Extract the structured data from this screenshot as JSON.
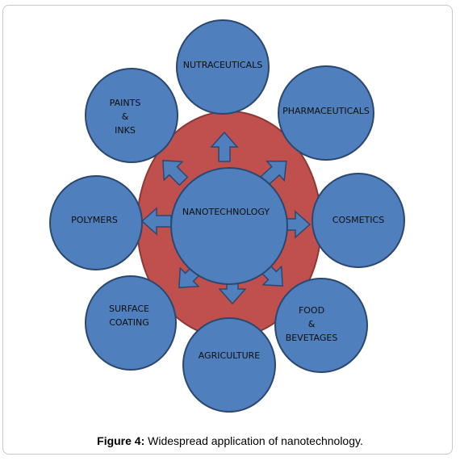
{
  "center": {
    "label": "NANOTECHNOLOGY"
  },
  "nodes": [
    {
      "id": "nutraceuticals",
      "lines": [
        "NUTRACEUTICALS"
      ]
    },
    {
      "id": "pharmaceuticals",
      "lines": [
        "PHARMACEUTICALS"
      ]
    },
    {
      "id": "cosmetics",
      "lines": [
        "COSMETICS"
      ]
    },
    {
      "id": "food-beverages",
      "lines": [
        "FOOD",
        "&",
        "BEVETAGES"
      ]
    },
    {
      "id": "agriculture",
      "lines": [
        "AGRICULTURE"
      ]
    },
    {
      "id": "surface-coating",
      "lines": [
        "SURFACE",
        "COATING"
      ]
    },
    {
      "id": "polymers",
      "lines": [
        "POLYMERS"
      ]
    },
    {
      "id": "paints-inks",
      "lines": [
        "PAINTS",
        "&",
        "INKS"
      ]
    }
  ],
  "caption": {
    "figure_label": "Figure 4:",
    "text": " Widespread application of nanotechnology."
  },
  "colors": {
    "circle_fill": "#4f7fbd",
    "circle_stroke": "#2b4870",
    "ring_fill": "#c0504d",
    "ring_stroke": "#8c3836",
    "arrow_fill": "#4f7fbd",
    "arrow_stroke": "#2b4870"
  }
}
